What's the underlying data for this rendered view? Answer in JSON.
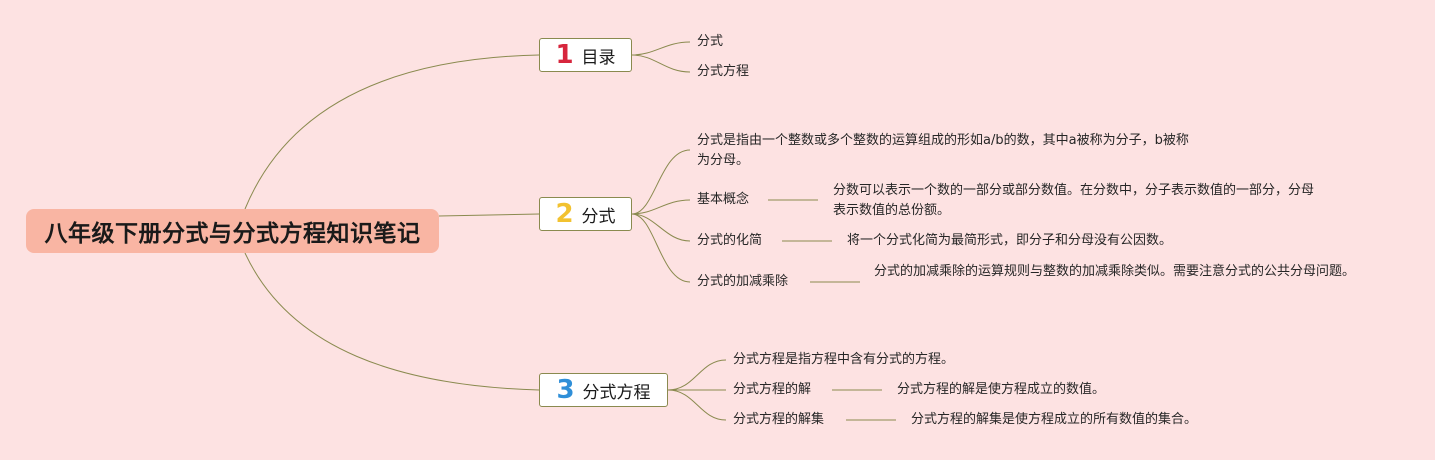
{
  "root": {
    "title": "八年级下册分式与分式方程知识笔记"
  },
  "branches": [
    {
      "number": "1",
      "number_color": "#d7263d",
      "label": "目录",
      "children": [
        {
          "text": "分式"
        },
        {
          "text": "分式方程"
        }
      ]
    },
    {
      "number": "2",
      "number_color": "#f2c230",
      "label": "分式",
      "children": [
        {
          "text": "分式是指由一个整数或多个整数的运算组成的形如a/b的数，其中a被称为分子，b被称为分母。"
        },
        {
          "text": "基本概念",
          "detail": "分数可以表示一个数的一部分或部分数值。在分数中，分子表示数值的一部分，分母表示数值的总份额。"
        },
        {
          "text": "分式的化简",
          "detail": "将一个分式化简为最简形式，即分子和分母没有公因数。"
        },
        {
          "text": "分式的加减乘除",
          "detail": "分式的加减乘除的运算规则与整数的加减乘除类似。需要注意分式的公共分母问题。"
        }
      ]
    },
    {
      "number": "3",
      "number_color": "#2f8fd8",
      "label": "分式方程",
      "children": [
        {
          "text": "分式方程是指方程中含有分式的方程。"
        },
        {
          "text": "分式方程的解",
          "detail": "分式方程的解是使方程成立的数值。"
        },
        {
          "text": "分式方程的解集",
          "detail": "分式方程的解集是使方程成立的所有数值的集合。"
        }
      ]
    }
  ],
  "colors": {
    "background": "#fde2e2",
    "root_fill": "#f9b5a3",
    "line": "#8a8a4f"
  }
}
